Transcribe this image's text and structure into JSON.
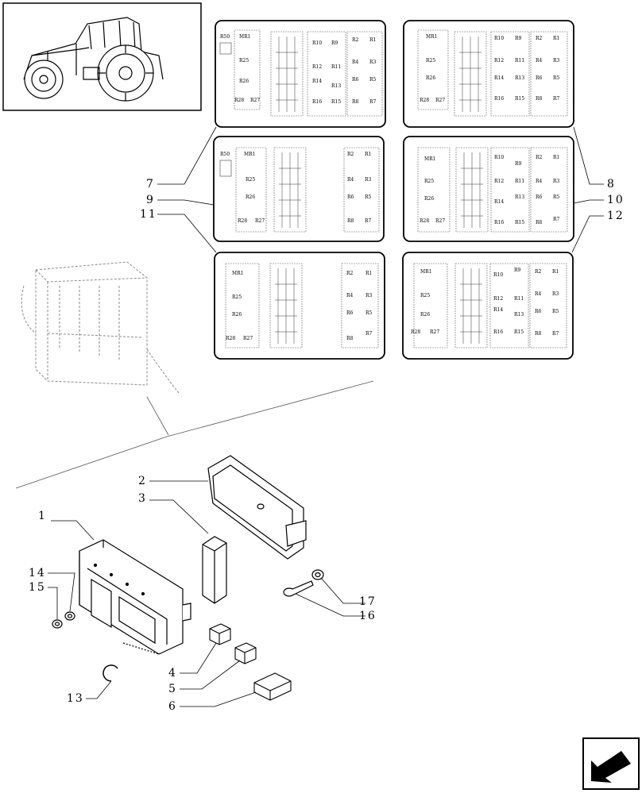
{
  "callouts": [
    {
      "id": "c1",
      "label": "1"
    },
    {
      "id": "c2",
      "label": "2"
    },
    {
      "id": "c3",
      "label": "3"
    },
    {
      "id": "c4",
      "label": "4"
    },
    {
      "id": "c5",
      "label": "5"
    },
    {
      "id": "c6",
      "label": "6"
    },
    {
      "id": "c7",
      "label": "7"
    },
    {
      "id": "c8",
      "label": "8"
    },
    {
      "id": "c9",
      "label": "9"
    },
    {
      "id": "c10",
      "label": "10"
    },
    {
      "id": "c11",
      "label": "11"
    },
    {
      "id": "c12",
      "label": "12"
    },
    {
      "id": "c13",
      "label": "13"
    },
    {
      "id": "c14",
      "label": "14"
    },
    {
      "id": "c15",
      "label": "15"
    },
    {
      "id": "c16",
      "label": "16"
    },
    {
      "id": "c17",
      "label": "17"
    }
  ],
  "relay_panels": {
    "labels": {
      "r50": "R50",
      "mr1": "MR1",
      "r25": "R25",
      "r26": "R26",
      "r28": "R28",
      "r27": "R27",
      "r10": "R10",
      "r9": "R9",
      "r12": "R12",
      "r11": "R11",
      "r14": "R14",
      "r13": "R13",
      "r16": "R16",
      "r15": "R15",
      "r2": "R2",
      "r1": "R1",
      "r4": "R4",
      "r3": "R3",
      "r6": "R6",
      "r5": "R5",
      "r8": "R8",
      "r7": "R7"
    }
  },
  "nav": {
    "icon": "next-page-arrow-icon"
  }
}
